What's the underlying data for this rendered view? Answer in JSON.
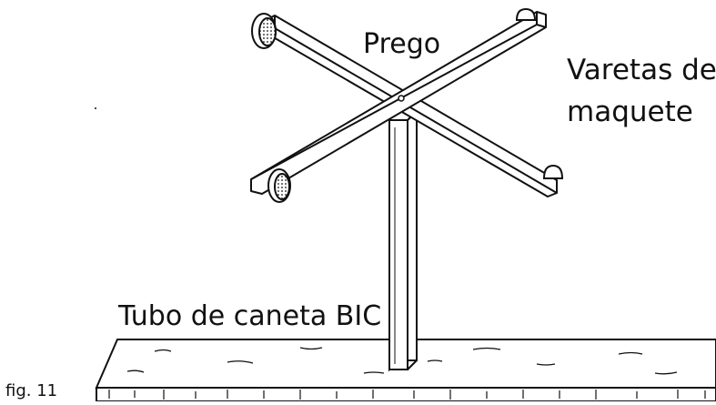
{
  "labels": {
    "nail": "Prego",
    "sticks_line1": "Varetas de",
    "sticks_line2": "maquete",
    "tube": "Tubo de caneta BIC",
    "figure": "fig. 11"
  },
  "colors": {
    "ink": "#111111",
    "paper": "#ffffff"
  }
}
